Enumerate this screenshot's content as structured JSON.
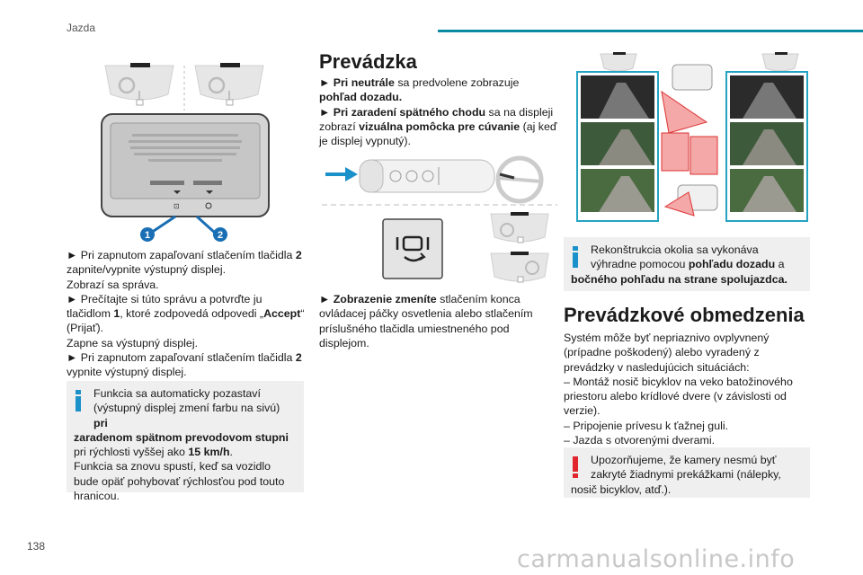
{
  "header": {
    "section": "Jazda"
  },
  "page_number": "138",
  "watermark": "carmanualsonline.info",
  "figure_labels": {
    "one": "1",
    "two": "2"
  },
  "col1": {
    "lines": [
      [
        "► Pri zapnutom zapaľovaní stlačením tlačidla ",
        "2"
      ],
      [
        "zapnite/vypnite výstupný displej."
      ],
      [
        "Zobrazí sa správa."
      ],
      [
        "► Prečítajte si túto správu a potvrďte ju"
      ],
      [
        "tlačidlom ",
        "1",
        ", ktoré zodpovedá odpovedi „",
        "Accept",
        "“"
      ],
      [
        "(Prijať)."
      ],
      [
        "Zapne sa výstupný displej."
      ],
      [
        "► Pri zapnutom zapaľovaní stlačením tlačidla ",
        "2"
      ],
      [
        "vypnite výstupný displej."
      ]
    ],
    "note": {
      "l1": "Funkcia sa automaticky pozastaví",
      "l2a": "(výstupný displej zmení farbu na sivú) ",
      "l2b": "pri",
      "l3": "zaradenom spätnom prevodovom stupni",
      "l4a": "pri rýchlosti vyššej ako ",
      "l4b": "15 km/h",
      "l4c": ".",
      "l5": "Funkcia sa znovu spustí, keď sa vozidlo",
      "l6": "bude opäť pohybovať rýchlosťou pod touto",
      "l7": "hranicou."
    }
  },
  "col2": {
    "title": "Prevádzka",
    "p1a": "► ",
    "p1b": "Pri neutrále",
    "p1c": " sa predvolene zobrazuje",
    "p2": "pohľad dozadu.",
    "p3a": "► ",
    "p3b": "Pri zaradení spätného chodu",
    "p3c": " sa na displeji",
    "p4a": "zobrazí ",
    "p4b": "vizuálna pomôcka pre cúvanie",
    "p4c": " (aj keď",
    "p5": "je displej vypnutý).",
    "q1a": "► ",
    "q1b": "Zobrazenie zmeníte",
    "q1c": " stlačením konca",
    "q2": "ovládacej páčky osvetlenia alebo stlačením",
    "q3": "príslušného tlačidla umiestneného pod",
    "q4": "displejom."
  },
  "col3": {
    "note1": {
      "l1": "Rekonštrukcia okolia sa vykonáva",
      "l2a": "výhradne pomocou ",
      "l2b": "pohľadu dozadu",
      "l2c": " a",
      "l3": "bočného pohľadu na strane spolujazdca."
    },
    "title": "Prevádzkové obmedzenia",
    "lines": [
      "Systém môže byť nepriaznivo ovplyvnený",
      "(prípadne poškodený) alebo vyradený z",
      "prevádzky v nasledujúcich situáciách:",
      "–  Montáž nosič bicyklov na veko batožinového",
      "priestoru alebo krídlové dvere (v závislosti od",
      "verzie).",
      "–  Pripojenie prívesu k ťažnej guli.",
      "–  Jazda s otvorenými dverami."
    ],
    "note2": {
      "l1": "Upozorňujeme, že kamery nesmú byť",
      "l2": "zakryté žiadnymi prekážkami (nálepky,",
      "l3": "nosič bicyklov, atď.)."
    }
  },
  "colors": {
    "accent": "#0a8aa3",
    "info": "#1b91c9",
    "warning": "#e1262d",
    "note_bg": "#efefef",
    "callout": "#1a6fb4"
  }
}
